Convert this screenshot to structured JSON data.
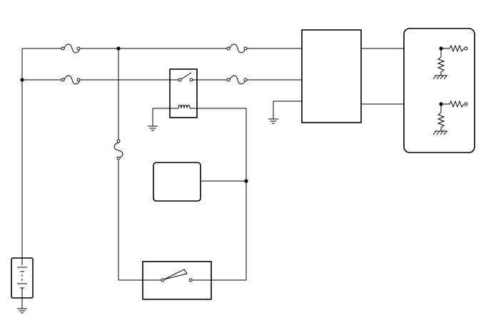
{
  "diagram": {
    "kind": "wiring-schematic",
    "background": "#ffffff",
    "line_color": "#000000",
    "components": [
      {
        "name": "battery",
        "icon": "battery-icon"
      },
      {
        "name": "fuse-upper-left",
        "icon": "fuse-icon"
      },
      {
        "name": "fuse-lower-left",
        "icon": "fuse-icon"
      },
      {
        "name": "fuse-upper-right",
        "icon": "fuse-icon"
      },
      {
        "name": "fuse-lower-right",
        "icon": "fuse-icon"
      },
      {
        "name": "fuse-vertical",
        "icon": "fuse-icon"
      },
      {
        "name": "relay",
        "icon": "relay-icon"
      },
      {
        "name": "control-module",
        "icon": "rectangle-box"
      },
      {
        "name": "rounded-component",
        "icon": "rounded-box"
      },
      {
        "name": "switch-unit",
        "icon": "switch-icon"
      },
      {
        "name": "sensor-unit",
        "icon": "resistor-icon"
      }
    ],
    "grounds": 4
  }
}
